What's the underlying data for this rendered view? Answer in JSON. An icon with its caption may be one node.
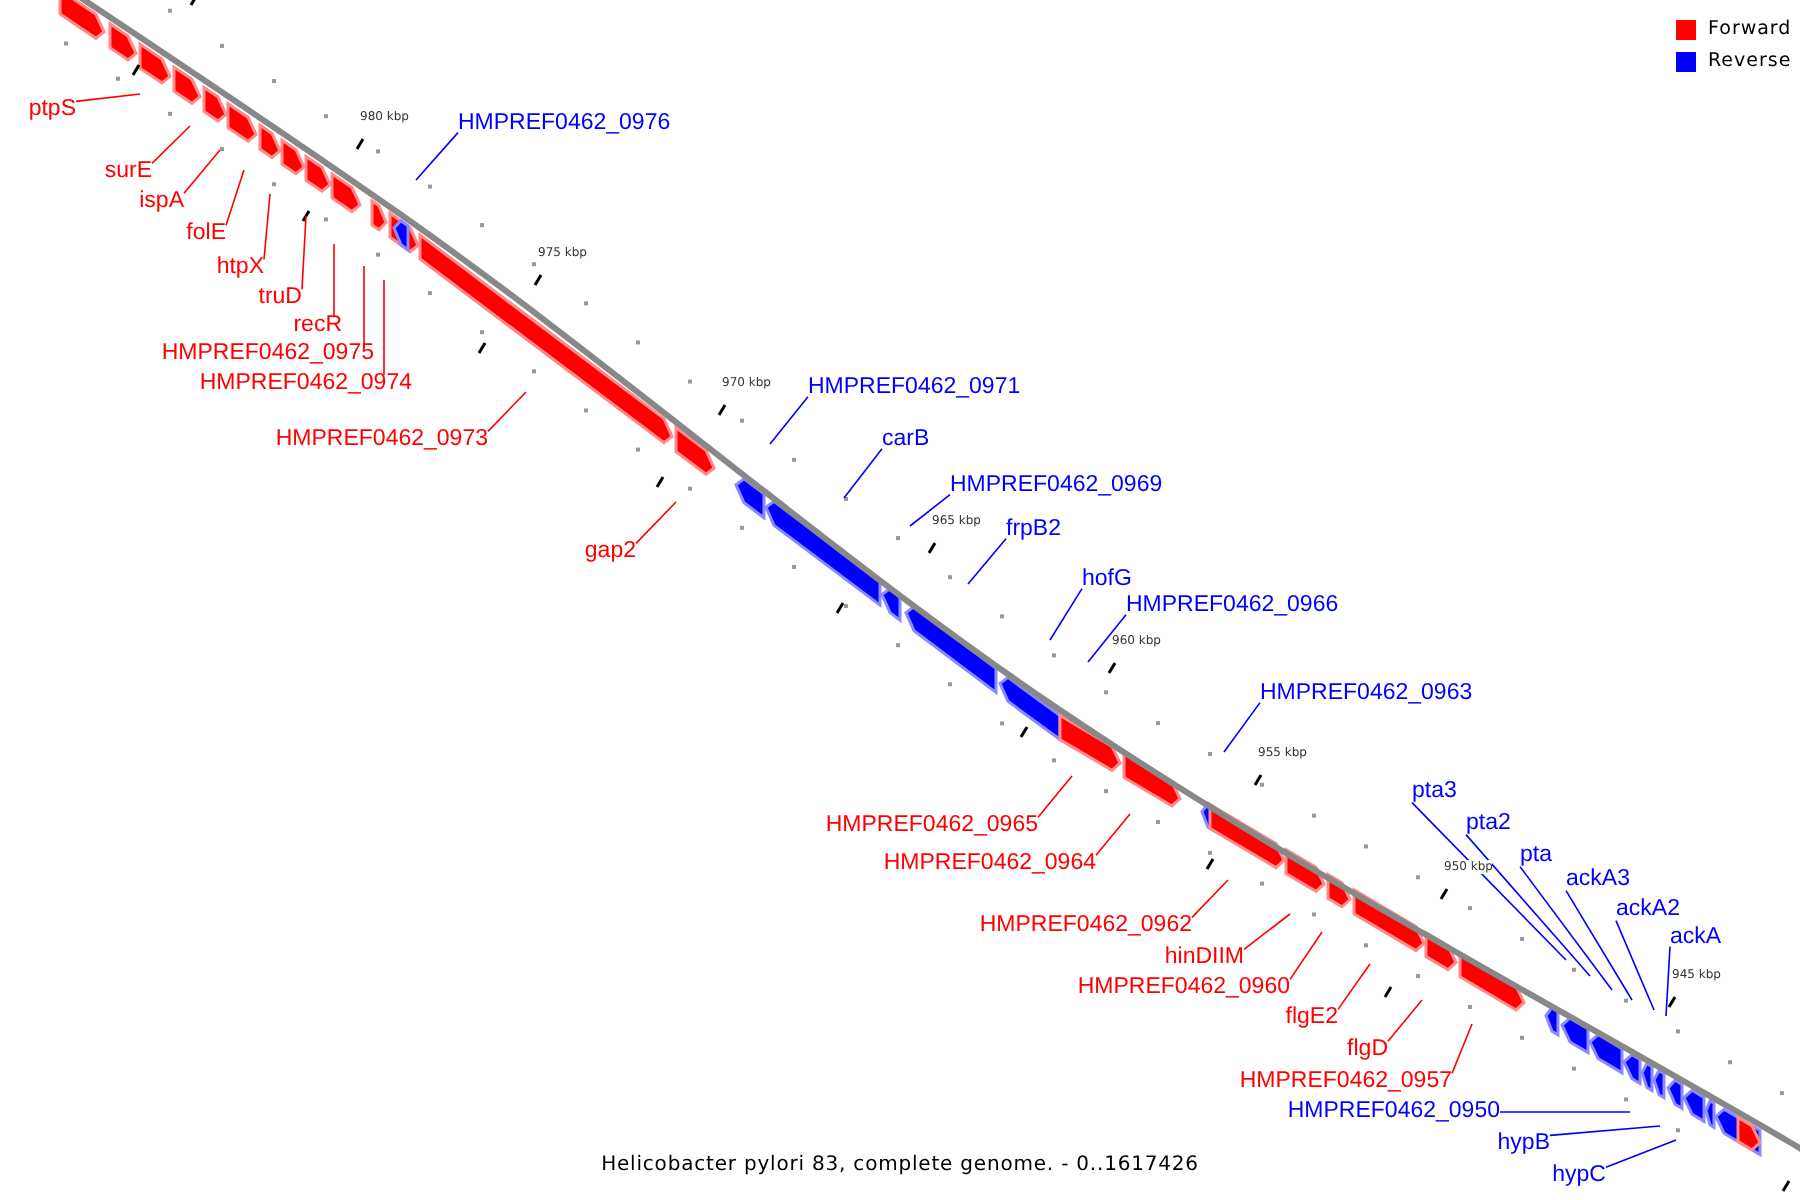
{
  "diagram": {
    "caption": "Helicobacter pylori 83, complete genome. - 0..1617426",
    "nodes": [
      {
        "text": [
          "ptpS"
        ]
      },
      {
        "text": [
          "surE"
        ]
      },
      {
        "text": [
          "ispA"
        ]
      },
      {
        "text": [
          "folE"
        ]
      },
      {
        "text": [
          "htpX"
        ]
      },
      {
        "text": [
          "truD"
        ]
      },
      {
        "text": [
          "recR"
        ]
      },
      {
        "text": [
          "HMPREF0462_0975"
        ]
      },
      {
        "text": [
          "HMPREF0462_0974"
        ]
      },
      {
        "text": [
          "HMPREF0462_0973"
        ]
      },
      {
        "text": [
          "gap2"
        ]
      },
      {
        "text": [
          "HMPREF0462_0965"
        ]
      },
      {
        "text": [
          "HMPREF0462_0964"
        ]
      },
      {
        "text": [
          "HMPREF0462_0962"
        ]
      },
      {
        "text": [
          "hinDIIM"
        ]
      },
      {
        "text": [
          "HMPREF0462_0960"
        ]
      },
      {
        "text": [
          "flgE2"
        ]
      },
      {
        "text": [
          "flgD"
        ]
      },
      {
        "text": [
          "HMPREF0462_0957"
        ]
      },
      {
        "text": [
          "HMPREF0462_0976"
        ]
      },
      {
        "text": [
          "HMPREF0462_0971"
        ]
      },
      {
        "text": [
          "carB"
        ]
      },
      {
        "text": [
          "HMPREF0462_0969"
        ]
      },
      {
        "text": [
          "frpB2"
        ]
      },
      {
        "text": [
          "hofG"
        ]
      },
      {
        "text": [
          "HMPREF0462_0966"
        ]
      },
      {
        "text": [
          "HMPREF0462_0963"
        ]
      },
      {
        "text": [
          "pta3"
        ]
      },
      {
        "text": [
          "pta2"
        ]
      },
      {
        "text": [
          "pta"
        ]
      },
      {
        "text": [
          "ackA3"
        ]
      },
      {
        "text": [
          "ackA2"
        ]
      },
      {
        "text": [
          "ackA"
        ]
      },
      {
        "text": [
          "HMPREF0462_0950"
        ]
      },
      {
        "text": [
          "hypB"
        ]
      },
      {
        "text": [
          "hypC"
        ]
      }
    ],
    "edges": [
      {
        "from": 0,
        "to": null,
        "arrow": "none"
      },
      {
        "from": 1,
        "to": null,
        "arrow": "none"
      },
      {
        "from": 2,
        "to": null,
        "arrow": "none"
      },
      {
        "from": 3,
        "to": null,
        "arrow": "none"
      },
      {
        "from": 4,
        "to": null,
        "arrow": "none"
      },
      {
        "from": 5,
        "to": null,
        "arrow": "none"
      },
      {
        "from": 6,
        "to": null,
        "arrow": "none"
      },
      {
        "from": 7,
        "to": null,
        "arrow": "none"
      },
      {
        "from": 8,
        "to": null,
        "arrow": "none"
      },
      {
        "from": 9,
        "to": null,
        "arrow": "none"
      },
      {
        "from": 10,
        "to": null,
        "arrow": "none"
      },
      {
        "from": 11,
        "to": null,
        "arrow": "none"
      },
      {
        "from": 12,
        "to": null,
        "arrow": "none"
      },
      {
        "from": 13,
        "to": null,
        "arrow": "none"
      },
      {
        "from": 14,
        "to": null,
        "arrow": "none"
      },
      {
        "from": 15,
        "to": null,
        "arrow": "none"
      },
      {
        "from": 16,
        "to": null,
        "arrow": "none"
      },
      {
        "from": 17,
        "to": null,
        "arrow": "none"
      },
      {
        "from": 18,
        "to": null,
        "arrow": "none"
      },
      {
        "from": 19,
        "to": null,
        "arrow": "none",
        "color": "#0000ff"
      },
      {
        "from": 20,
        "to": null,
        "arrow": "none",
        "color": "#0000ff"
      },
      {
        "from": 21,
        "to": null,
        "arrow": "none",
        "color": "#0000ff"
      },
      {
        "from": 22,
        "to": null,
        "arrow": "none",
        "color": "#0000ff"
      },
      {
        "from": 23,
        "to": null,
        "arrow": "none",
        "color": "#0000ff"
      },
      {
        "from": 24,
        "to": null,
        "arrow": "none",
        "color": "#0000ff"
      },
      {
        "from": 25,
        "to": null,
        "arrow": "none",
        "color": "#0000ff"
      },
      {
        "from": 26,
        "to": null,
        "arrow": "none",
        "color": "#0000ff"
      },
      {
        "from": 27,
        "to": null,
        "arrow": "none",
        "color": "#0000ff"
      },
      {
        "from": 28,
        "to": null,
        "arrow": "none",
        "color": "#0000ff"
      },
      {
        "from": 29,
        "to": null,
        "arrow": "none",
        "color": "#0000ff"
      },
      {
        "from": 30,
        "to": null,
        "arrow": "none",
        "color": "#0000ff"
      },
      {
        "from": 31,
        "to": null,
        "arrow": "none",
        "color": "#0000ff"
      },
      {
        "from": 32,
        "to": null,
        "arrow": "none",
        "color": "#0000ff"
      },
      {
        "from": 33,
        "to": null,
        "arrow": "none",
        "color": "#0000ff"
      },
      {
        "from": 34,
        "to": null,
        "arrow": "none",
        "color": "#0000ff"
      },
      {
        "from": 35,
        "to": null,
        "arrow": "none",
        "color": "#0000ff"
      }
    ],
    "labels": [
      "980 kbp",
      "975 kbp",
      "970 kbp",
      "965 kbp",
      "960 kbp",
      "955 kbp",
      "950 kbp",
      "945 kbp"
    ],
    "legend": [
      {
        "text": "Forward",
        "color": "#ff0000"
      },
      {
        "text": "Reverse",
        "color": "#0000ff"
      }
    ]
  }
}
